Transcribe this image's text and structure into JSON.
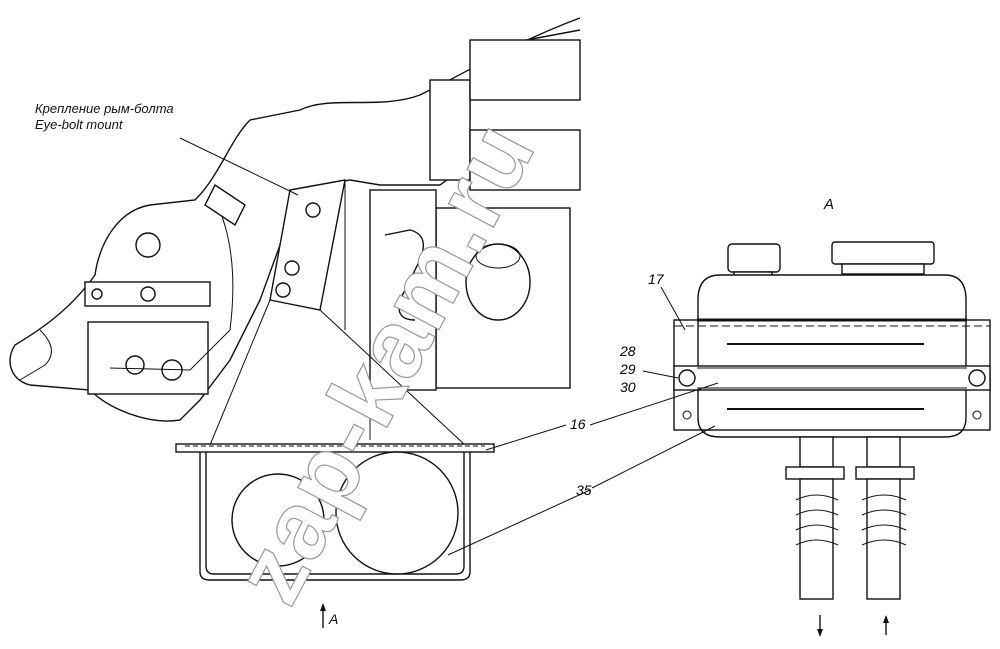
{
  "callout": {
    "ru": "Крепление рым-болта",
    "en": "Eye-bolt mount"
  },
  "view_label": "A",
  "view_arrow_label": "A",
  "part_numbers": {
    "p17": "17",
    "p28": "28",
    "p29": "29",
    "p30": "30",
    "p16": "16",
    "p35": "35"
  },
  "watermark": "zap-kam.ru"
}
